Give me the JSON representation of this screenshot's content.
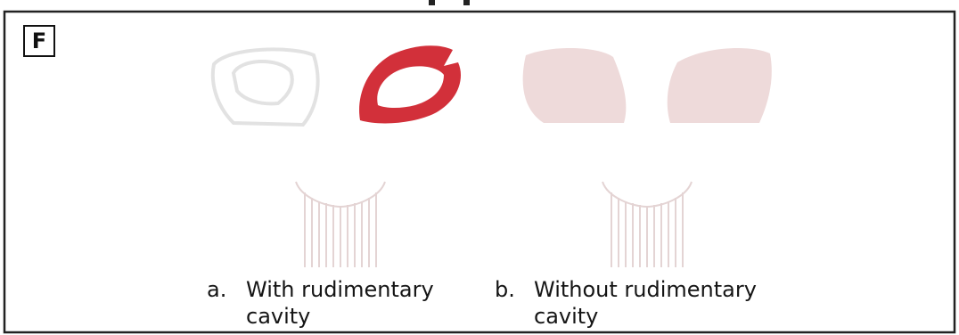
{
  "panel": {
    "label": "F"
  },
  "colors": {
    "frame": "#222222",
    "uterus_highlight": "#d2303a",
    "uterus_pale": "#eedada",
    "outline_faint": "#e4e4e4",
    "cervix_lines": "#e2d6d6"
  },
  "variants": [
    {
      "number": "a.",
      "line1": "With rudimentary",
      "line2": "cavity"
    },
    {
      "number": "b.",
      "line1": "Without rudimentary",
      "line2": "cavity"
    }
  ]
}
